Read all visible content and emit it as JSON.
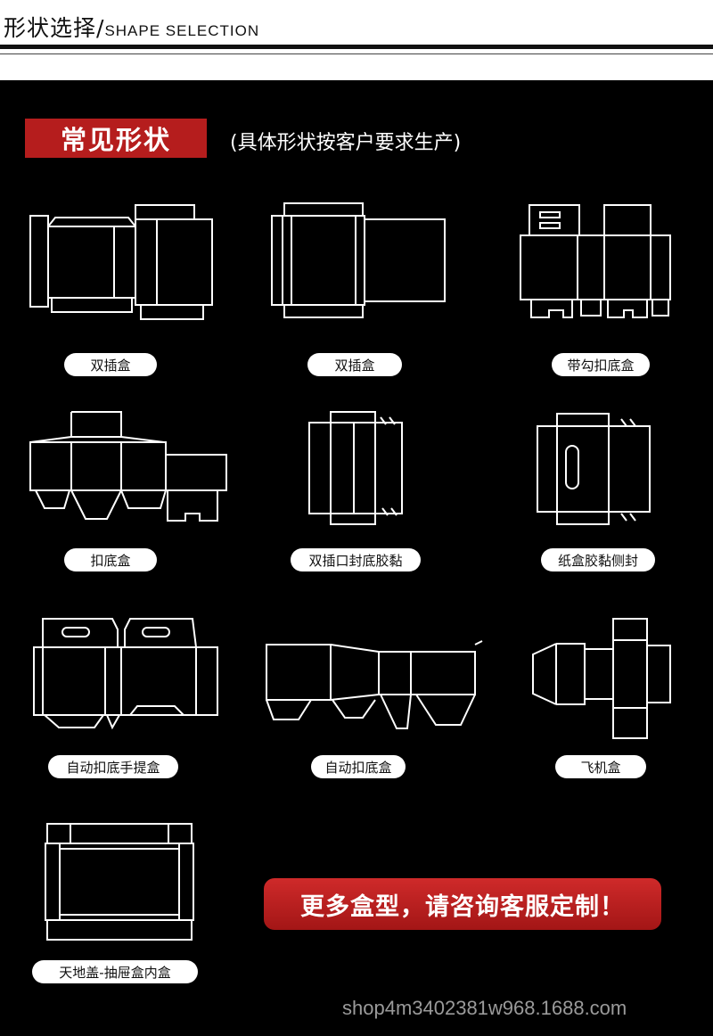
{
  "header": {
    "title_zh": "形状选择/",
    "title_en": "SHAPE SELECTION"
  },
  "section": {
    "tag": "常见形状",
    "note": "(具体形状按客户要求生产)"
  },
  "shapes": [
    {
      "label": "双插盒",
      "icon": "double-tuck-box-dieline"
    },
    {
      "label": "双插盒",
      "icon": "double-tuck-box-dieline-alt"
    },
    {
      "label": "带勾扣底盒",
      "icon": "hook-lock-bottom-box-dieline"
    },
    {
      "label": "扣底盒",
      "icon": "lock-bottom-box-dieline"
    },
    {
      "label": "双插口封底胶黏",
      "icon": "tuck-top-glued-bottom-dieline"
    },
    {
      "label": "纸盒胶黏侧封",
      "icon": "side-glued-box-dieline"
    },
    {
      "label": "自动扣底手提盒",
      "icon": "auto-bottom-handle-box-dieline"
    },
    {
      "label": "自动扣底盒",
      "icon": "auto-bottom-box-dieline"
    },
    {
      "label": "飞机盒",
      "icon": "mailer-box-dieline"
    },
    {
      "label": "天地盖-抽屉盒内盒",
      "icon": "lid-base-drawer-box-dieline"
    }
  ],
  "cta": {
    "label": "更多盒型，请咨询客服定制！"
  },
  "watermark": "shop4m3402381w968.1688.com"
}
